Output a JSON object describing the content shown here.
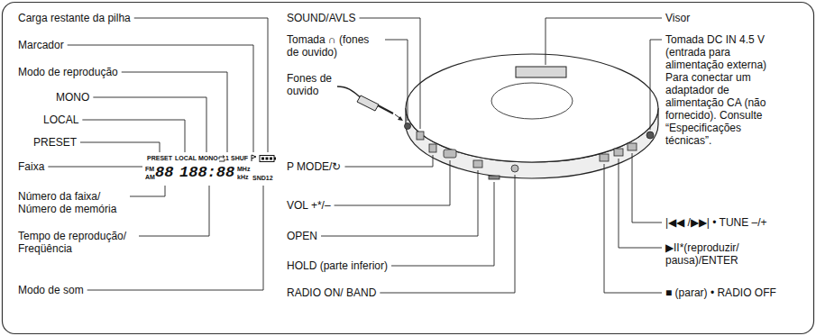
{
  "diagram": {
    "labels": [
      "Carga restante da pilha",
      "Marcador",
      "Modo de reprodução",
      "MONO",
      "LOCAL",
      "PRESET",
      "Faixa",
      "Número da faixa/ Número de memória",
      "Tempo de reprodução/ Freqüência",
      "Modo de som",
      "SOUND/AVLS",
      "Tomada ∩ (fones de ouvido)",
      "Fones de ouvido",
      "P MODE/↻",
      "VOL +*/–",
      "OPEN",
      "HOLD (parte inferior)",
      "RADIO ON/ BAND",
      "Visor",
      "Tomada DC IN 4.5 V (entrada para alimentação externa)",
      "Para conectar um adaptador de alimentação CA (não fornecido). Consulte “Especificações técnicas”.",
      "|◀◀ /▶▶| • TUNE –/+",
      "▶II*(reproduzir/ pausa)/ENTER",
      "■ (parar) • RADIO OFF",
      "PRESET",
      "LOCAL",
      "MONO",
      "1",
      "SHUF",
      "FM",
      "AM",
      "88",
      "188:88",
      "MHz",
      "kHz",
      "SND12"
    ]
  }
}
